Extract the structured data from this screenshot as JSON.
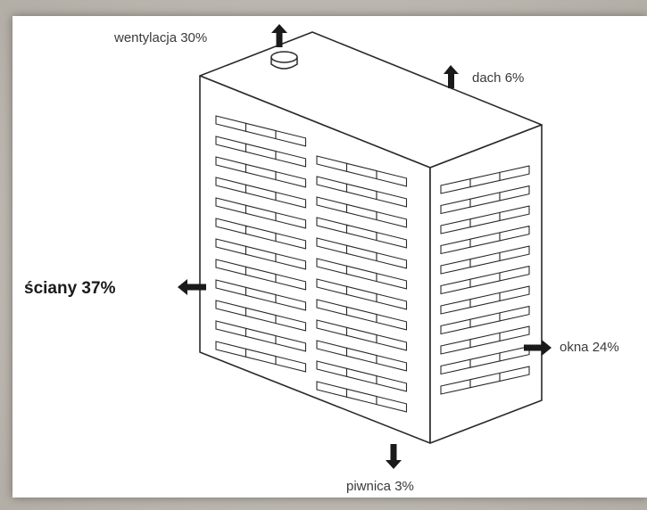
{
  "labels": {
    "ventilation": "wentylacja 30%",
    "roof": "dach 6%",
    "walls": "ściany 37%",
    "windows": "okna 24%",
    "basement": "piwnica 3%"
  },
  "colors": {
    "line": "#2a2a2a",
    "arrow": "#1a1a1a",
    "background": "#ffffff"
  },
  "icons": {
    "heat_arrow": "arrow-icon",
    "vent": "ventilation-unit-icon"
  }
}
